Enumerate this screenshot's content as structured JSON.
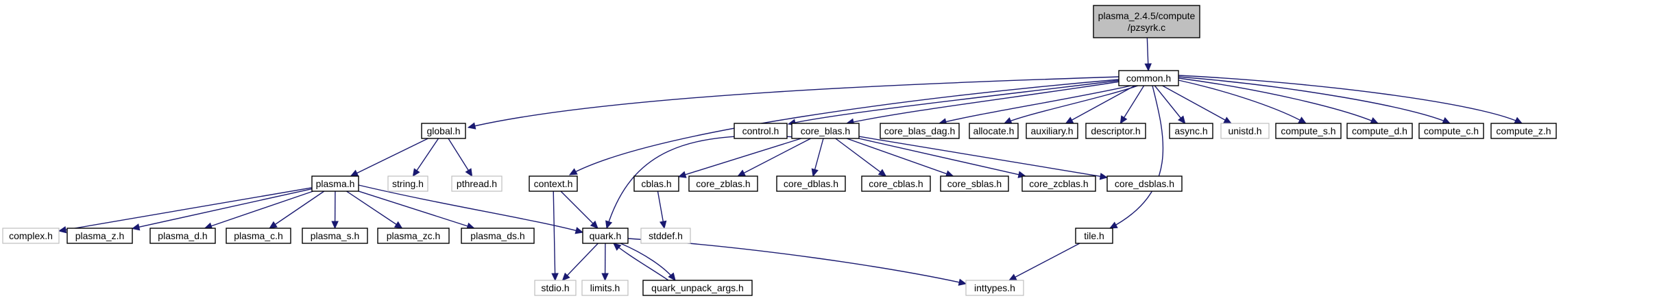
{
  "colors": {
    "edge": "#191970",
    "root_fill": "#bfbfbf",
    "node_fill": "#ffffff",
    "node_border": "#000000",
    "external_border": "#bfbfbf"
  },
  "nodes": [
    {
      "id": "root",
      "lines": [
        "plasma_2.4.5/compute",
        "/pzsyrk.c"
      ],
      "kind": "root"
    },
    {
      "id": "common",
      "lines": [
        "common.h"
      ],
      "kind": "normal"
    },
    {
      "id": "global",
      "lines": [
        "global.h"
      ],
      "kind": "normal"
    },
    {
      "id": "control",
      "lines": [
        "control.h"
      ],
      "kind": "normal"
    },
    {
      "id": "core_blas",
      "lines": [
        "core_blas.h"
      ],
      "kind": "normal"
    },
    {
      "id": "core_blas_dag",
      "lines": [
        "core_blas_dag.h"
      ],
      "kind": "normal"
    },
    {
      "id": "allocate",
      "lines": [
        "allocate.h"
      ],
      "kind": "normal"
    },
    {
      "id": "auxiliary",
      "lines": [
        "auxiliary.h"
      ],
      "kind": "normal"
    },
    {
      "id": "descriptor",
      "lines": [
        "descriptor.h"
      ],
      "kind": "normal"
    },
    {
      "id": "async",
      "lines": [
        "async.h"
      ],
      "kind": "normal"
    },
    {
      "id": "unistd",
      "lines": [
        "unistd.h"
      ],
      "kind": "ext"
    },
    {
      "id": "compute_s",
      "lines": [
        "compute_s.h"
      ],
      "kind": "normal"
    },
    {
      "id": "compute_d",
      "lines": [
        "compute_d.h"
      ],
      "kind": "normal"
    },
    {
      "id": "compute_c",
      "lines": [
        "compute_c.h"
      ],
      "kind": "normal"
    },
    {
      "id": "compute_z",
      "lines": [
        "compute_z.h"
      ],
      "kind": "normal"
    },
    {
      "id": "plasma",
      "lines": [
        "plasma.h"
      ],
      "kind": "normal"
    },
    {
      "id": "string",
      "lines": [
        "string.h"
      ],
      "kind": "ext"
    },
    {
      "id": "pthread",
      "lines": [
        "pthread.h"
      ],
      "kind": "ext"
    },
    {
      "id": "context",
      "lines": [
        "context.h"
      ],
      "kind": "normal"
    },
    {
      "id": "cblas",
      "lines": [
        "cblas.h"
      ],
      "kind": "normal"
    },
    {
      "id": "core_zblas",
      "lines": [
        "core_zblas.h"
      ],
      "kind": "normal"
    },
    {
      "id": "core_dblas",
      "lines": [
        "core_dblas.h"
      ],
      "kind": "normal"
    },
    {
      "id": "core_cblas",
      "lines": [
        "core_cblas.h"
      ],
      "kind": "normal"
    },
    {
      "id": "core_sblas",
      "lines": [
        "core_sblas.h"
      ],
      "kind": "normal"
    },
    {
      "id": "core_zcblas",
      "lines": [
        "core_zcblas.h"
      ],
      "kind": "normal"
    },
    {
      "id": "core_dsblas",
      "lines": [
        "core_dsblas.h"
      ],
      "kind": "normal"
    },
    {
      "id": "complex",
      "lines": [
        "complex.h"
      ],
      "kind": "ext"
    },
    {
      "id": "plasma_z",
      "lines": [
        "plasma_z.h"
      ],
      "kind": "normal"
    },
    {
      "id": "plasma_d",
      "lines": [
        "plasma_d.h"
      ],
      "kind": "normal"
    },
    {
      "id": "plasma_c",
      "lines": [
        "plasma_c.h"
      ],
      "kind": "normal"
    },
    {
      "id": "plasma_s",
      "lines": [
        "plasma_s.h"
      ],
      "kind": "normal"
    },
    {
      "id": "plasma_zc",
      "lines": [
        "plasma_zc.h"
      ],
      "kind": "normal"
    },
    {
      "id": "plasma_ds",
      "lines": [
        "plasma_ds.h"
      ],
      "kind": "normal"
    },
    {
      "id": "quark",
      "lines": [
        "quark.h"
      ],
      "kind": "normal"
    },
    {
      "id": "stddef",
      "lines": [
        "stddef.h"
      ],
      "kind": "ext"
    },
    {
      "id": "tile",
      "lines": [
        "tile.h"
      ],
      "kind": "normal"
    },
    {
      "id": "stdio",
      "lines": [
        "stdio.h"
      ],
      "kind": "ext"
    },
    {
      "id": "limits",
      "lines": [
        "limits.h"
      ],
      "kind": "ext"
    },
    {
      "id": "quark_unpack_args",
      "lines": [
        "quark_unpack_args.h"
      ],
      "kind": "normal"
    },
    {
      "id": "inttypes",
      "lines": [
        "inttypes.h"
      ],
      "kind": "ext"
    }
  ],
  "edges": [
    {
      "from": "root",
      "to": "common"
    },
    {
      "from": "common",
      "to": "global"
    },
    {
      "from": "common",
      "to": "control"
    },
    {
      "from": "common",
      "to": "core_blas"
    },
    {
      "from": "common",
      "to": "core_blas_dag"
    },
    {
      "from": "common",
      "to": "allocate"
    },
    {
      "from": "common",
      "to": "auxiliary"
    },
    {
      "from": "common",
      "to": "descriptor"
    },
    {
      "from": "common",
      "to": "async"
    },
    {
      "from": "common",
      "to": "unistd"
    },
    {
      "from": "common",
      "to": "compute_s"
    },
    {
      "from": "common",
      "to": "compute_d"
    },
    {
      "from": "common",
      "to": "compute_c"
    },
    {
      "from": "common",
      "to": "compute_z"
    },
    {
      "from": "common",
      "to": "context"
    },
    {
      "from": "common",
      "to": "tile"
    },
    {
      "from": "global",
      "to": "plasma"
    },
    {
      "from": "global",
      "to": "string"
    },
    {
      "from": "global",
      "to": "pthread"
    },
    {
      "from": "core_blas",
      "to": "cblas"
    },
    {
      "from": "core_blas",
      "to": "core_zblas"
    },
    {
      "from": "core_blas",
      "to": "core_dblas"
    },
    {
      "from": "core_blas",
      "to": "core_cblas"
    },
    {
      "from": "core_blas",
      "to": "core_sblas"
    },
    {
      "from": "core_blas",
      "to": "core_zcblas"
    },
    {
      "from": "core_blas",
      "to": "core_dsblas"
    },
    {
      "from": "core_blas",
      "to": "quark"
    },
    {
      "from": "plasma",
      "to": "complex"
    },
    {
      "from": "plasma",
      "to": "plasma_z"
    },
    {
      "from": "plasma",
      "to": "plasma_d"
    },
    {
      "from": "plasma",
      "to": "plasma_c"
    },
    {
      "from": "plasma",
      "to": "plasma_s"
    },
    {
      "from": "plasma",
      "to": "plasma_zc"
    },
    {
      "from": "plasma",
      "to": "plasma_ds"
    },
    {
      "from": "plasma",
      "to": "quark"
    },
    {
      "from": "context",
      "to": "quark"
    },
    {
      "from": "context",
      "to": "stdio"
    },
    {
      "from": "cblas",
      "to": "stddef"
    },
    {
      "from": "quark",
      "to": "stdio"
    },
    {
      "from": "quark",
      "to": "limits"
    },
    {
      "from": "quark",
      "to": "quark_unpack_args"
    },
    {
      "from": "quark",
      "to": "inttypes"
    },
    {
      "from": "quark_unpack_args",
      "to": "quark"
    },
    {
      "from": "tile",
      "to": "inttypes"
    }
  ]
}
